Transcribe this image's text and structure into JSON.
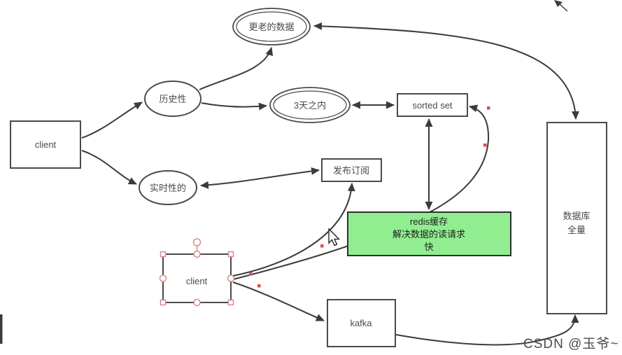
{
  "nodes": {
    "older_data": {
      "label": "更老的数据"
    },
    "historical": {
      "label": "历史性"
    },
    "within_3_days": {
      "label": "3天之内"
    },
    "sorted_set": {
      "label": "sorted set"
    },
    "client_top": {
      "label": "client"
    },
    "realtime": {
      "label": "实时性的"
    },
    "pubsub": {
      "label": "发布订阅"
    },
    "redis_note": {
      "line1": "redis缓存",
      "line2": "解决数据的读请求",
      "line3": "快",
      "fill": "#90ee90"
    },
    "client_selected": {
      "label": "client"
    },
    "kafka": {
      "label": "kafka"
    },
    "database": {
      "line1": "数据库",
      "line2": "全量"
    }
  },
  "colors": {
    "edge": "#3b3b3b",
    "shape_border": "#4a4a4a",
    "label": "#4a4a4a",
    "note_border": "#2e2e2e",
    "selection_handle": "#d98b8b",
    "waypoint": "#d94f4f"
  },
  "watermark": {
    "text": "CSDN @玉爷~",
    "color": "#b6bac0"
  }
}
